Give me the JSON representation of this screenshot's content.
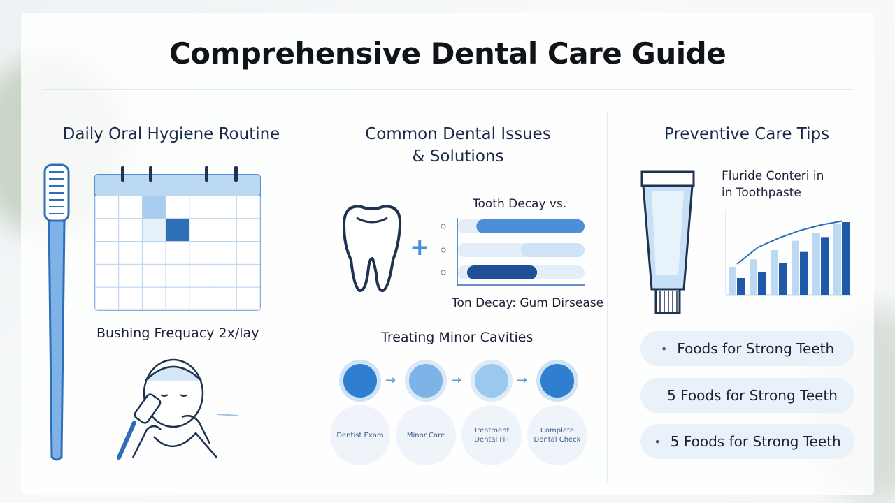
{
  "title": "Comprehensive Dental Care Guide",
  "columns": {
    "daily": {
      "title": "Daily Oral Hygiene Routine",
      "brushing_label": "Bushing Frequacy 2x/lay"
    },
    "issues": {
      "title_line1": "Common Dental Issues",
      "title_line2": "& Solutions",
      "compare_title": "Tooth Decay vs.",
      "compare_caption": "Ton Decay: Gum Dirsease",
      "treating_title": "Treating Minor Cavities",
      "steps": [
        {
          "label": "Dentist Exam"
        },
        {
          "label": "Minor Care"
        },
        {
          "label": "Treatment Dental Fill"
        },
        {
          "label": "Complete Dental Check"
        }
      ]
    },
    "preventive": {
      "title": "Preventive Care Tips",
      "chart_title_line1": "Fluride Conteri in",
      "chart_title_line2": "in Toothpaste",
      "pills": [
        {
          "bullet": "•",
          "text": "Foods for Strong Teeth"
        },
        {
          "bullet": "",
          "text": "5 Foods for Strong Teeth"
        },
        {
          "bullet": "•",
          "text": "5 Foods for Strong Teeth"
        }
      ]
    }
  },
  "colors": {
    "accent": "#2f6fb8",
    "accent_light": "#a9cdf0",
    "accent_dark": "#1f4f95",
    "pill_bg": "#e9f1f9"
  },
  "chart_data": {
    "type": "bar",
    "title": "Fluride Conteri in in Toothpaste",
    "series": [
      {
        "values": [
          30,
          38,
          48,
          58,
          66,
          76
        ]
      },
      {
        "values": [
          18,
          24,
          34,
          46,
          62,
          78
        ]
      }
    ],
    "trend": [
      30,
      48,
      58,
      66,
      72,
      76
    ],
    "ylim": [
      0,
      90
    ],
    "grid": false,
    "legend": "none"
  }
}
